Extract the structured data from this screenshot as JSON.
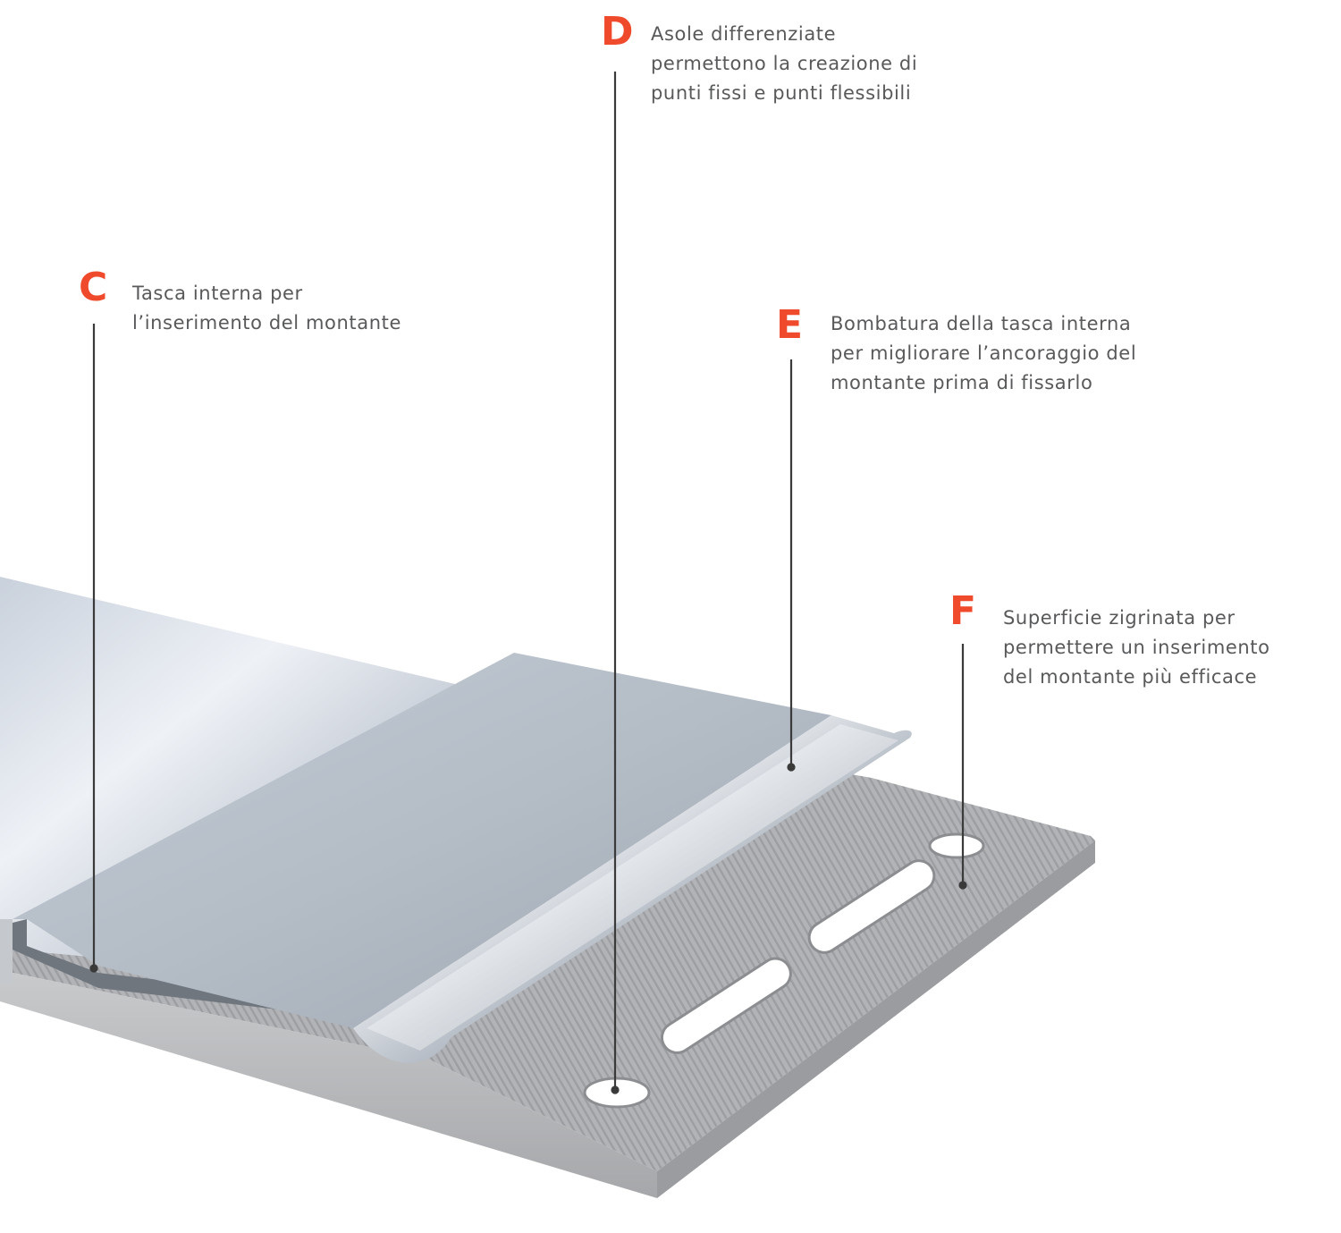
{
  "colors": {
    "accent": "#ef4a2c",
    "text": "#58595b",
    "leader": "#3a3a3a"
  },
  "callouts": [
    {
      "letter": "C",
      "lines": [
        "Tasca interna per",
        "l’inserimento del montante"
      ]
    },
    {
      "letter": "D",
      "lines": [
        "Asole differenziate",
        "permettono la creazione di",
        "punti fissi e punti flessibili"
      ]
    },
    {
      "letter": "E",
      "lines": [
        "Bombatura della tasca interna",
        "per migliorare l’ancoraggio del",
        "montante prima di fissarlo"
      ]
    },
    {
      "letter": "F",
      "lines": [
        "Superficie zigrinata per",
        "permettere un inserimento",
        "del montante più efficace"
      ]
    }
  ]
}
